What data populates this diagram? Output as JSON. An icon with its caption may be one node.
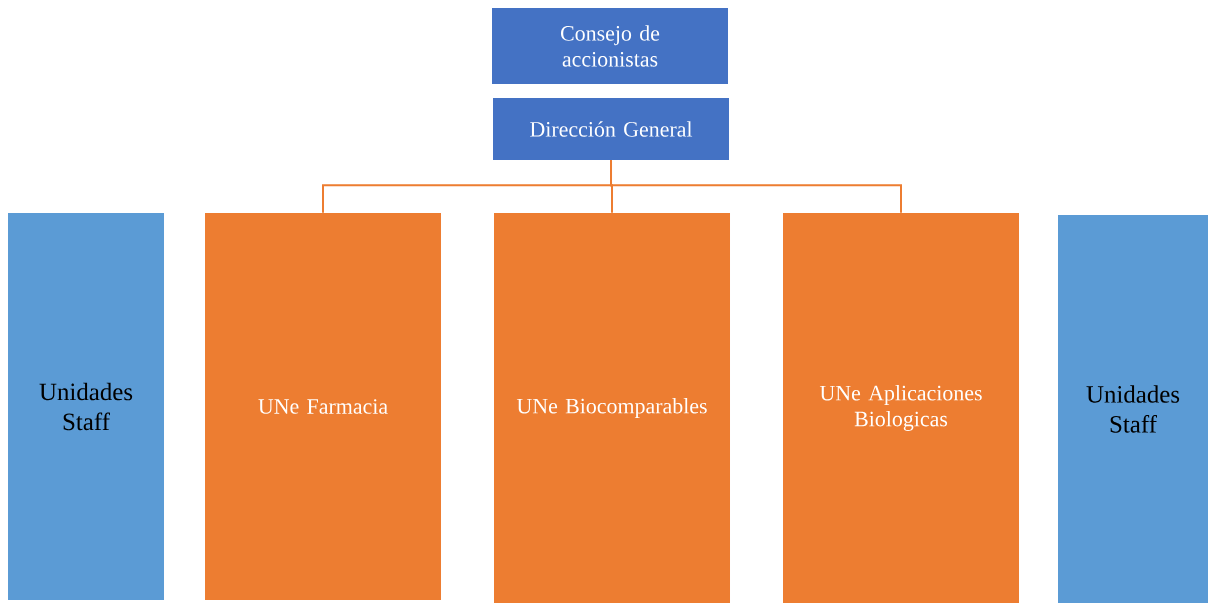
{
  "diagram": {
    "nodes": [
      {
        "text": [
          "Consejo de accionistas"
        ]
      },
      {
        "text": [
          "Dirección General"
        ]
      },
      {
        "text": [
          "Unidades Staff"
        ]
      },
      {
        "text": [
          "UNe Farmacia"
        ]
      },
      {
        "text": [
          "UNe Biocomparables"
        ]
      },
      {
        "text": [
          "UNe Aplicaciones Biologicas"
        ]
      },
      {
        "text": [
          "Unidades Staff"
        ]
      }
    ],
    "edges": [
      {
        "from": 1,
        "to": 3,
        "arrow": "none"
      },
      {
        "from": 1,
        "to": 4,
        "arrow": "none"
      },
      {
        "from": 1,
        "to": 5,
        "arrow": "none"
      }
    ]
  }
}
